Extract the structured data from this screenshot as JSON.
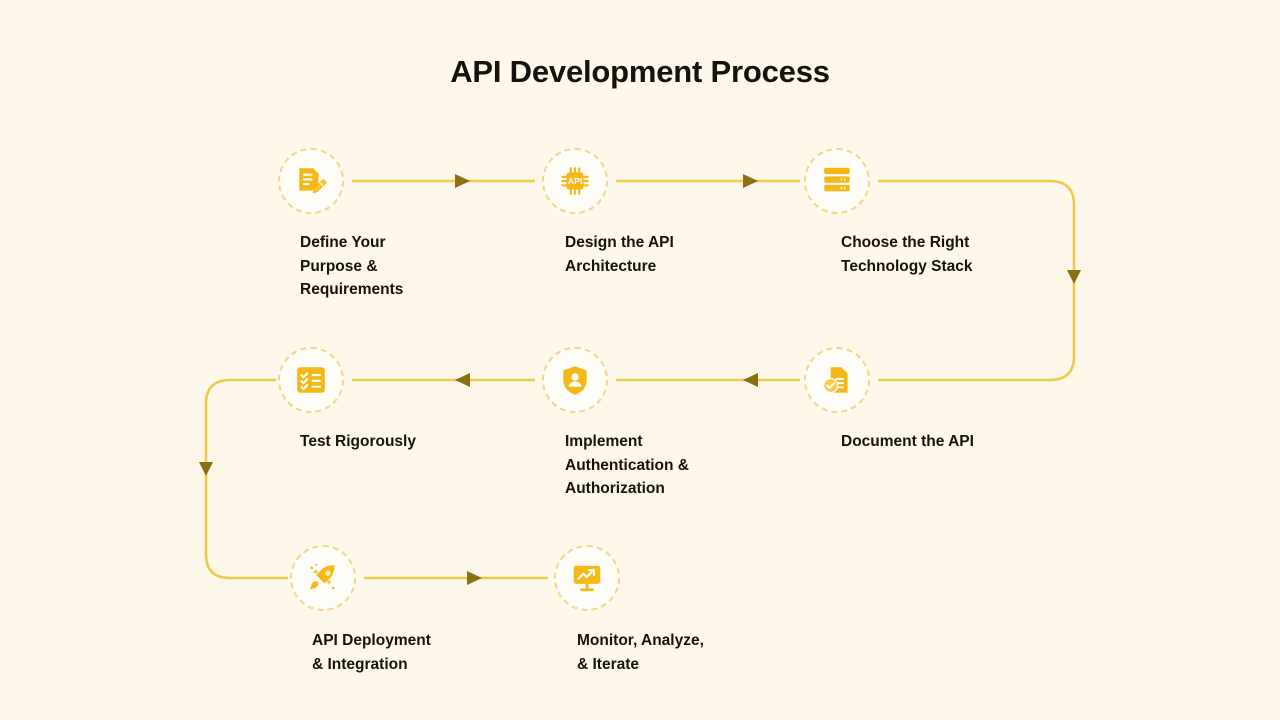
{
  "page": {
    "title": "API Development Process",
    "background_color": "#fdf8e9",
    "accent_color": "#f5b816",
    "line_color": "#edcb4e",
    "arrow_color": "#8a6f13",
    "text_color": "#16120d",
    "circle_fill": "#fffdf7",
    "circle_border_color": "#f2d68a"
  },
  "diagram_data": {
    "type": "flowchart",
    "layout": "serpentine",
    "rows": 3,
    "step_count": 8,
    "flow_order": [
      1,
      2,
      3,
      4,
      5,
      6,
      7,
      8
    ]
  },
  "steps": [
    {
      "index": "1",
      "label": "Define Your\nPurpose &\nRequirements",
      "icon": "document-pencil-icon",
      "row": 1,
      "column": 1
    },
    {
      "index": "2",
      "label": "Design the API\nArchitecture",
      "icon": "api-chip-icon",
      "row": 1,
      "column": 2
    },
    {
      "index": "3",
      "label": "Choose the Right\nTechnology Stack",
      "icon": "server-stack-icon",
      "row": 1,
      "column": 3
    },
    {
      "index": "4",
      "label": "Document the API",
      "icon": "document-check-icon",
      "row": 2,
      "column": 3
    },
    {
      "index": "5",
      "label": "Implement\nAuthentication &\nAuthorization",
      "icon": "shield-user-icon",
      "row": 2,
      "column": 2
    },
    {
      "index": "6",
      "label": "Test Rigorously",
      "icon": "checklist-icon",
      "row": 2,
      "column": 1
    },
    {
      "index": "7",
      "label": "API Deployment\n& Integration",
      "icon": "rocket-icon",
      "row": 3,
      "column": 1
    },
    {
      "index": "8",
      "label": "Monitor, Analyze,\n& Iterate",
      "icon": "analytics-board-icon",
      "row": 3,
      "column": 2
    }
  ],
  "connectors": [
    {
      "name": "step1-to-step2",
      "direction": "right"
    },
    {
      "name": "step2-to-step3",
      "direction": "right"
    },
    {
      "name": "step3-to-step4",
      "direction": "down-wrap-right"
    },
    {
      "name": "step4-to-step5",
      "direction": "left"
    },
    {
      "name": "step5-to-step6",
      "direction": "left"
    },
    {
      "name": "step6-to-step7",
      "direction": "down-wrap-left"
    },
    {
      "name": "step7-to-step8",
      "direction": "right"
    }
  ]
}
